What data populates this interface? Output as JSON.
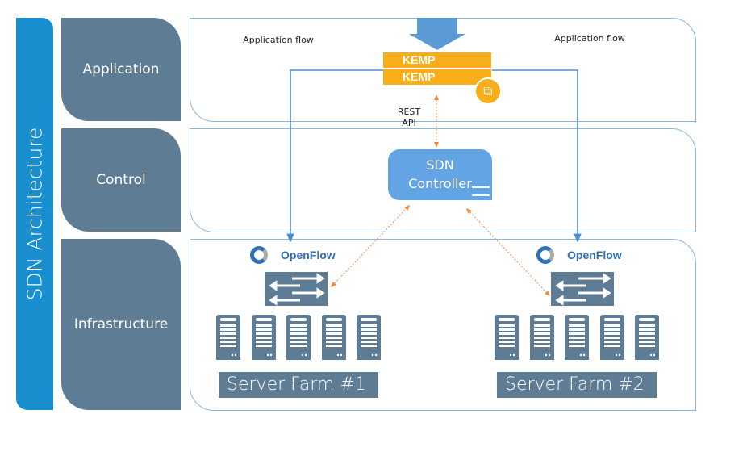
{
  "sidebar_title": "SDN Architecture",
  "layers": [
    {
      "label": "Application"
    },
    {
      "label": "Control"
    },
    {
      "label": "Infrastructure"
    }
  ],
  "application": {
    "flow_left": "Application flow",
    "flow_right": "Application flow",
    "kemp_brand": "KEMP",
    "rest_api": "REST API"
  },
  "control": {
    "controller_line1": "SDN",
    "controller_line2": "Controller"
  },
  "infrastructure": {
    "openflow_label": "OpenFlow",
    "farms": [
      {
        "label": "Server Farm #1"
      },
      {
        "label": "Server Farm #2"
      }
    ]
  },
  "colors": {
    "sidebar": "#1a8fd0",
    "layer": "#5e7d95",
    "controller": "#62a4e4",
    "kemp": "#f8ad1a",
    "link": "#4a8fd4",
    "api": "#f08a3c"
  }
}
